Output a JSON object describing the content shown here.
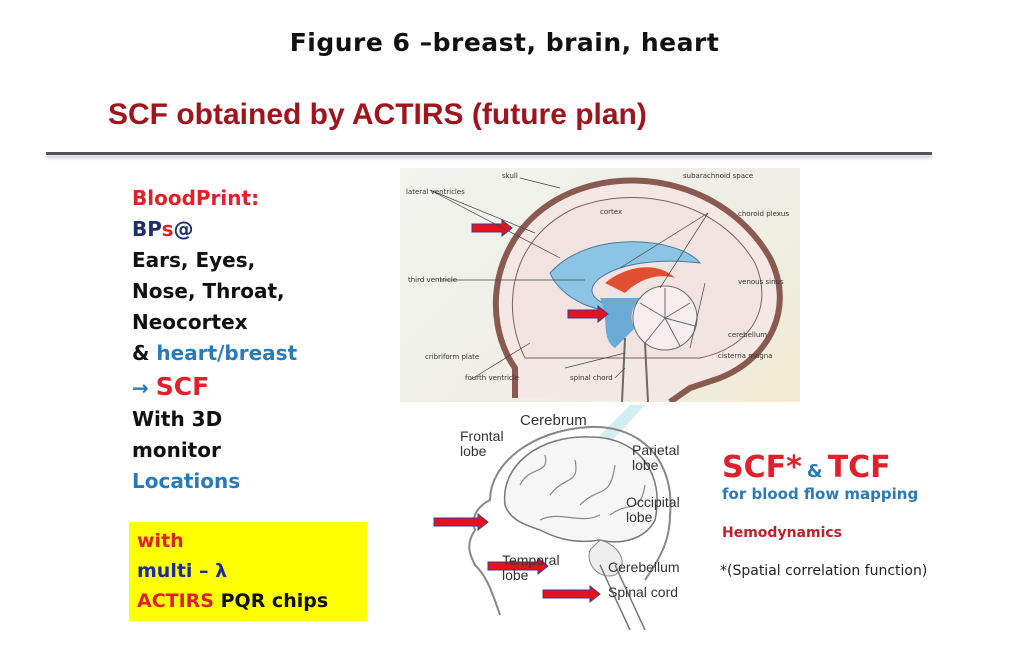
{
  "figure_title": "Figure 6 –breast, brain, heart",
  "slide_title": "SCF obtained by ACTIRS (future plan)",
  "left_panel": {
    "bloodprint": "BloodPrint:",
    "bps_prefix": "BP",
    "bps_s": "s",
    "bps_at": "@",
    "line_ears": "Ears, Eyes,",
    "line_nose": "Nose, Throat,",
    "line_neo": "Neocortex",
    "line_amp": "& ",
    "line_heart": "heart/breast",
    "arrow": "→",
    "scf": "SCF",
    "with3d": "With 3D",
    "monitor": "monitor",
    "locations": "Locations"
  },
  "yellow_box": {
    "with": "with",
    "multi": "multi – λ",
    "actirs": "ACTIRS",
    "pqr": " PQR chips"
  },
  "sagittal_labels": {
    "skull": "skull",
    "subarachnoid": "subarachnoid space",
    "lateral_ventricles": "lateral ventricles",
    "cortex": "cortex",
    "choroid_plexus": "choroid plexus",
    "third_ventricle": "third ventricle",
    "venous_sinus": "venous sinus",
    "cerebellum": "cerebellum",
    "cribriform_plate": "cribriform plate",
    "cisterna_magna": "cisterna magna",
    "fourth_ventricle": "fourth ventricle",
    "spinal_chord": "spinal chord"
  },
  "lateral_labels": {
    "cerebrum": "Cerebrum",
    "frontal": "Frontal",
    "frontal2": "lobe",
    "parietal": "Parietal",
    "parietal2": "lobe",
    "occipital": "Occipital",
    "occipital2": "lobe",
    "temporal": "Temporal",
    "temporal2": "lobe",
    "cerebellum": "Cerebellum",
    "spinal_cord": "Spinal cord"
  },
  "right_panel": {
    "scf": "SCF*",
    "amp": "&",
    "tcf": "TCF",
    "subtitle": "for blood flow mapping",
    "hemo": "Hemodynamics",
    "footnote": "*(Spatial correlation function)"
  },
  "colors": {
    "title_red": "#a0141e",
    "accent_red": "#e0202a",
    "accent_blue": "#2a7ab8",
    "navy": "#1f2f6e",
    "highlight": "#ffff00"
  }
}
